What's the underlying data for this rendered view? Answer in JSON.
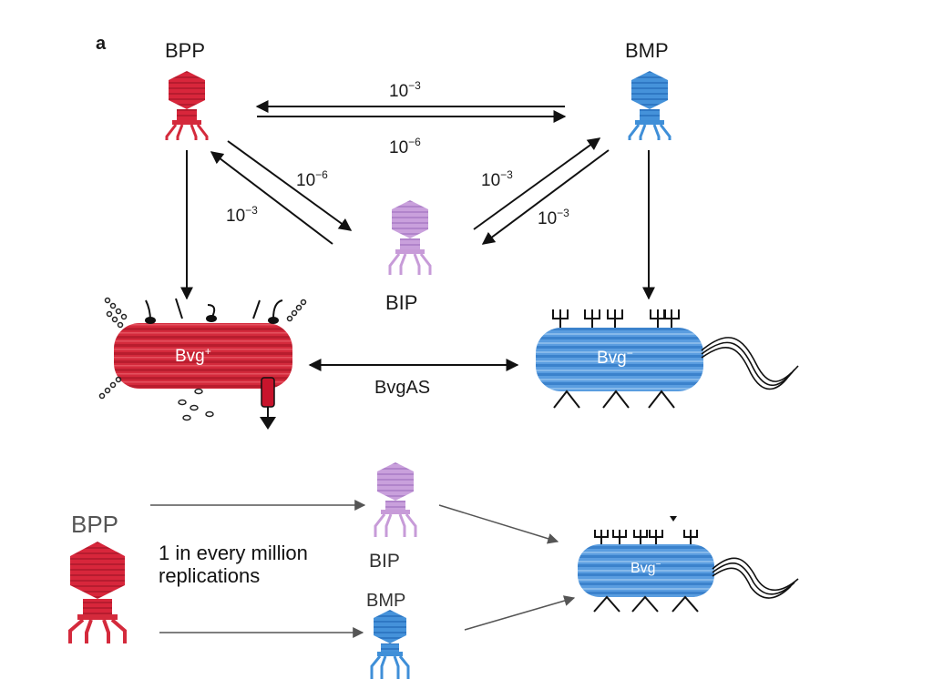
{
  "panel_label": "a",
  "phages": {
    "bpp": "BPP",
    "bmp": "BMP",
    "bip": "BIP"
  },
  "rates": {
    "bmp_to_bpp": {
      "base": "10",
      "exp": "−3"
    },
    "bpp_to_bmp": {
      "base": "10",
      "exp": "−6"
    },
    "bpp_to_bip": {
      "base": "10",
      "exp": "−6"
    },
    "bip_to_bpp": {
      "base": "10",
      "exp": "−3"
    },
    "bip_to_bmp": {
      "base": "10",
      "exp": "−3"
    },
    "bmp_to_bip": {
      "base": "10",
      "exp": "−3"
    }
  },
  "cells": {
    "bvg_plus": {
      "base": "Bvg",
      "sup": "+"
    },
    "bvg_minus": {
      "base": "Bvg",
      "sup": "−"
    },
    "bvg_minus_lower": {
      "base": "Bvg",
      "sup": "−"
    },
    "switch_label": "BvgAS"
  },
  "lower": {
    "bpp": "BPP",
    "bip": "BIP",
    "bmp": "BMP",
    "note_line1": "1 in every million",
    "note_line2": "replications"
  },
  "colors": {
    "bpp": "#d0243a",
    "bmp": "#3f8fd8",
    "bip": "#c79bd8",
    "bvg_plus": "#d42a3c",
    "bvg_minus": "#4a90d9"
  },
  "icons": [
    "phage-icon",
    "fimbriae-icon",
    "flagellum-icon",
    "toxin-icon",
    "adhesin-icon"
  ]
}
